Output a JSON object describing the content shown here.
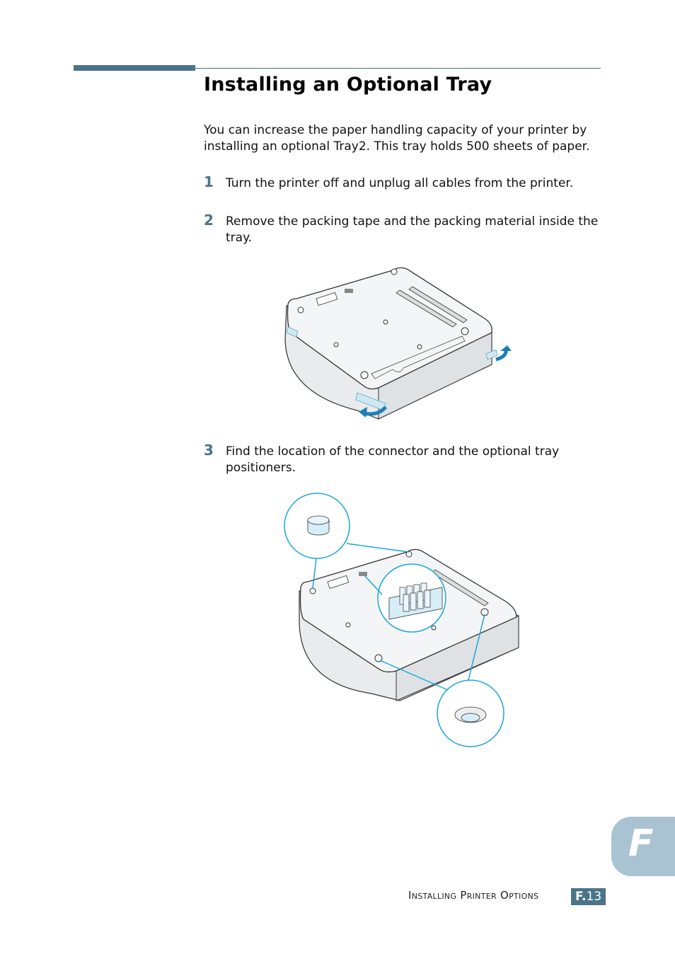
{
  "section": {
    "title": "Installing an Optional Tray",
    "intro": "You can increase the paper handling capacity of your printer by installing an optional Tray2. This tray holds 500 sheets of paper."
  },
  "steps": [
    {
      "number": "1",
      "text": "Turn the printer off and unplug all cables from the printer."
    },
    {
      "number": "2",
      "text": "Remove the packing tape and the packing material inside the tray."
    },
    {
      "number": "3",
      "text": "Find the location of the connector and the optional tray positioners."
    }
  ],
  "figures": [
    {
      "id": "fig-1",
      "caption": "Optional tray underside with packing tape and removal arrows"
    },
    {
      "id": "fig-2",
      "caption": "Optional tray underside with callouts for positioner pin, connector, and positioner hole"
    }
  ],
  "chapter_tab": {
    "letter": "F",
    "color": "#a9c3d2"
  },
  "footer": {
    "label": "Installing Printer Options",
    "page_prefix": "F.",
    "page_number": "13"
  },
  "colors": {
    "accent": "#4a7489",
    "callout": "#1aa7d9"
  }
}
